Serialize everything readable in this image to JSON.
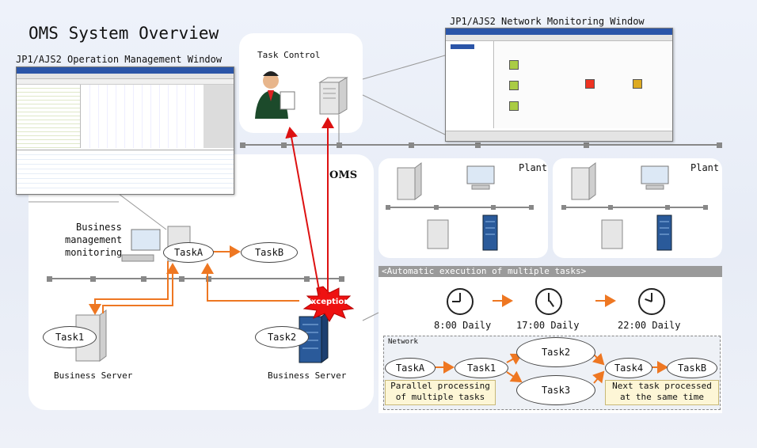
{
  "title": "OMS System Overview",
  "ops_window": {
    "title": "JP1/AJS2 Operation Management Window"
  },
  "net_window": {
    "title": "JP1/AJS2 Network Monitoring Window"
  },
  "task_control": {
    "label": "Task Control"
  },
  "oms_label": "OMS",
  "plant_left": {
    "label": "Plant"
  },
  "plant_right": {
    "label": "Plant"
  },
  "business_monitor": {
    "label_lines": [
      "Business",
      "management",
      "monitoring"
    ]
  },
  "lower_tasks": {
    "taskA": "TaskA",
    "taskB": "TaskB",
    "task1": "Task1",
    "task2": "Task2"
  },
  "servers": {
    "left": "Business Server",
    "right": "Business Server"
  },
  "exception_label": "Exception",
  "auto_exec": {
    "header": "<Automatic execution of multiple tasks>",
    "times": [
      "8:00 Daily",
      "17:00 Daily",
      "22:00 Daily"
    ],
    "network_label": "Network",
    "nodes": {
      "taskA": "TaskA",
      "task1": "Task1",
      "task2": "Task2",
      "task3": "Task3",
      "task4": "Task4",
      "taskB": "TaskB"
    },
    "note_parallel": [
      "Parallel processing",
      "of multiple tasks"
    ],
    "note_next": [
      "Next task processed",
      "at the same time"
    ]
  },
  "colors": {
    "arrow_orange": "#ee7722",
    "arrow_red": "#dd1111",
    "exception_red": "#ee1111",
    "header_gray": "#9a9a9a"
  }
}
